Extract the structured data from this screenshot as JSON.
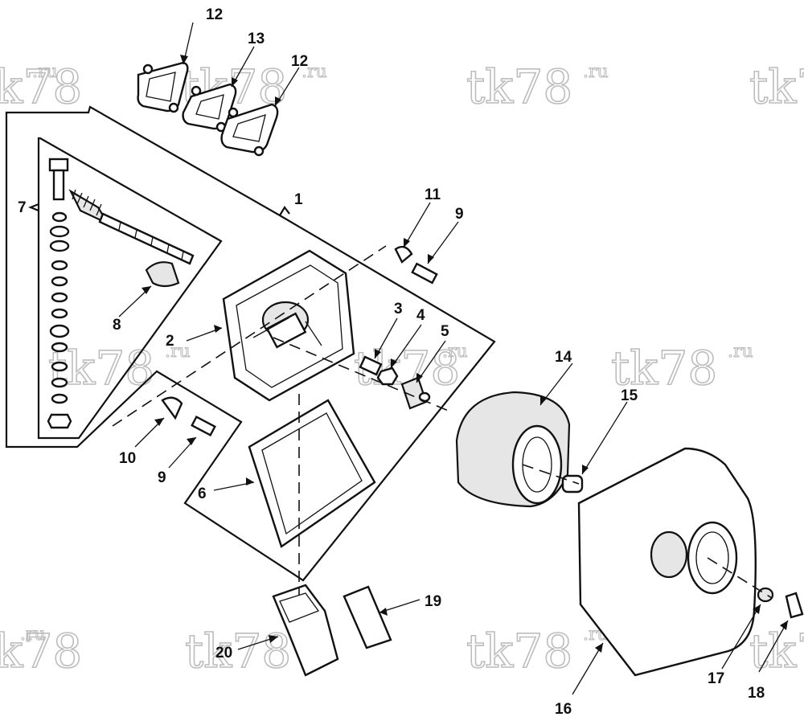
{
  "watermark": {
    "text": "tk78",
    "superscript": ".ru"
  },
  "callouts": [
    "1",
    "2",
    "3",
    "4",
    "5",
    "6",
    "7",
    "8",
    "9",
    "9",
    "10",
    "11",
    "12",
    "12",
    "13",
    "14",
    "15",
    "16",
    "17",
    "18",
    "19",
    "20"
  ]
}
